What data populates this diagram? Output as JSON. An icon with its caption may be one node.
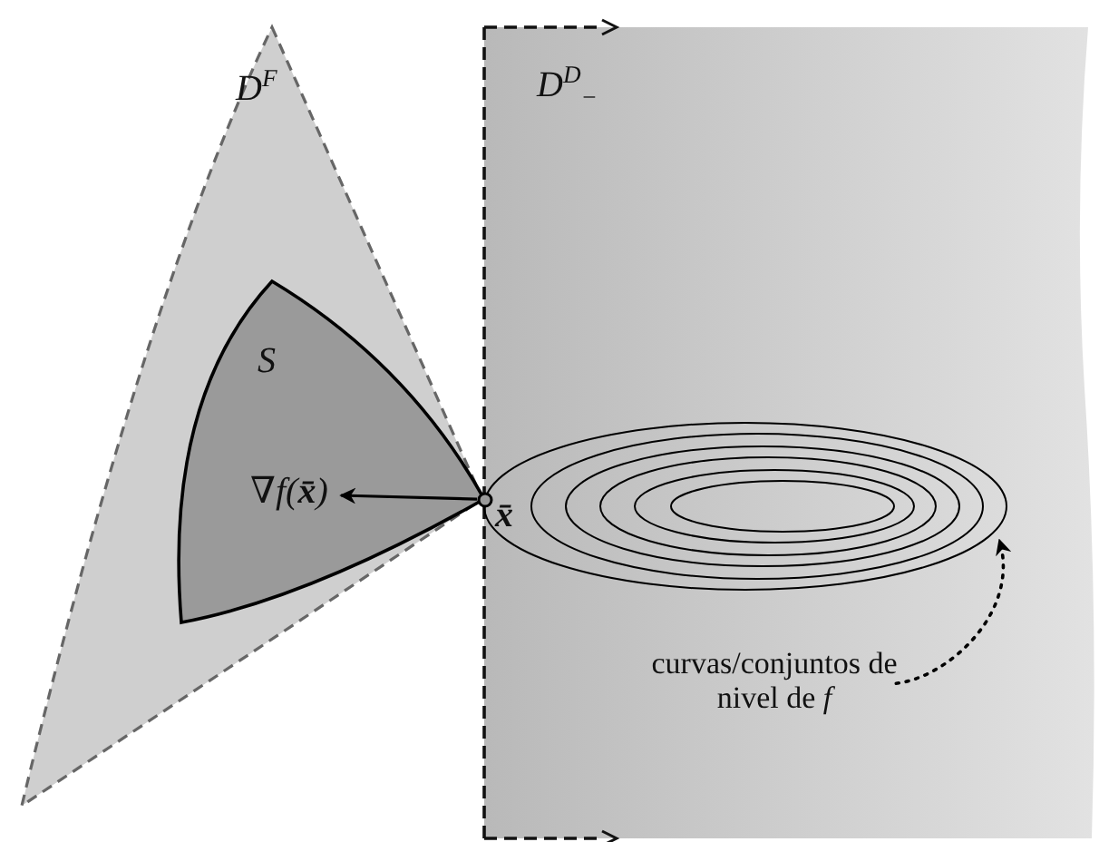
{
  "diagram": {
    "nodes": [
      {
        "text": [
          "D$^{F}$"
        ]
      },
      {
        "text": [
          "D$^{D}$$_{−}$"
        ]
      },
      {
        "text": [
          "S"
        ],
        "in": 0
      },
      {
        "text": [
          "∇*f*(**x̄**)"
        ],
        "in": 2
      },
      {
        "text": [],
        "shape": "circle",
        "beside": [
          "**x̄**"
        ]
      },
      {
        "text": [],
        "shape": "ellipse",
        "in": 1
      },
      {
        "text": [
          "curvas/conjuntos de nivel de *f*"
        ],
        "in": 1
      }
    ],
    "edges": [
      {
        "from": 4,
        "to": 3,
        "arrow": "to"
      },
      {
        "from": 6,
        "to": 5,
        "arrow": "to",
        "style": "dashed"
      }
    ]
  }
}
